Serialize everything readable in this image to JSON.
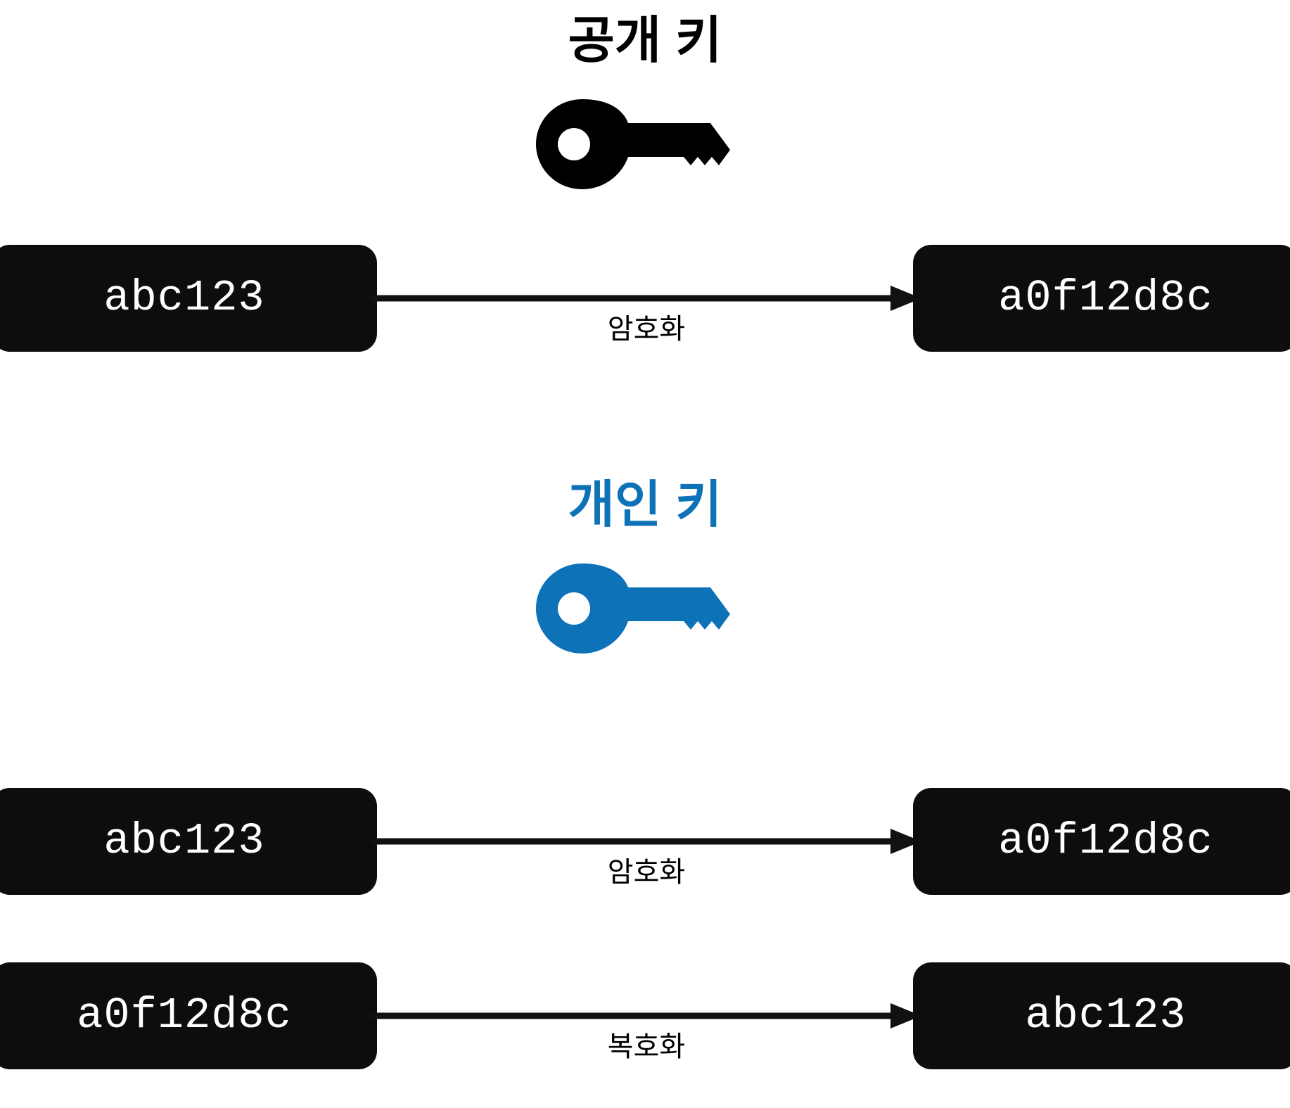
{
  "diagram": {
    "title_public": "공개 키",
    "title_private": "개인 키",
    "colors": {
      "accent_blue": "#0E72B8",
      "box_fill": "#0d0d0d",
      "box_text": "#ffffff",
      "black": "#000000",
      "background": "#ffffff"
    },
    "icons": {
      "public_key": "key-icon",
      "private_key": "key-icon"
    }
  },
  "sections": [
    {
      "id": "public-key",
      "title": "공개 키",
      "title_color": "#000000",
      "key_color": "#000000",
      "rows": [
        {
          "id": "public-encrypt",
          "source": "abc123",
          "target": "a0f12d8c",
          "operation": "암호화"
        }
      ]
    },
    {
      "id": "private-key",
      "title": "개인 키",
      "title_color": "#0E72B8",
      "key_color": "#0E72B8",
      "rows": [
        {
          "id": "private-encrypt",
          "source": "abc123",
          "target": "a0f12d8c",
          "operation": "암호화"
        },
        {
          "id": "private-decrypt",
          "source": "a0f12d8c",
          "target": "abc123",
          "operation": "복호화"
        }
      ]
    }
  ]
}
